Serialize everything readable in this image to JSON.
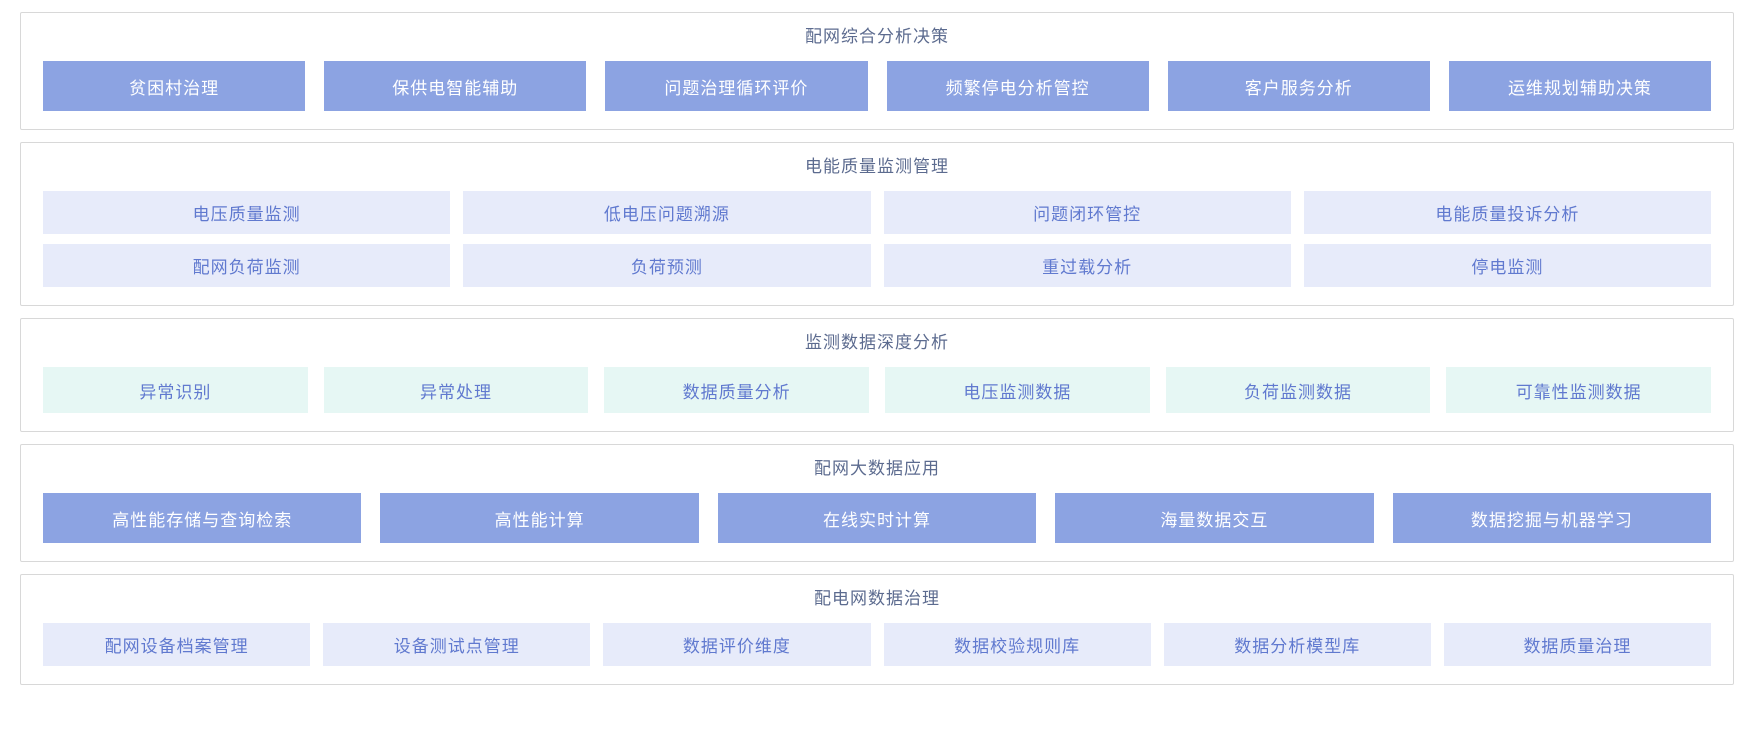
{
  "colors": {
    "background": "#ffffff",
    "panel_border": "#d8d8d8",
    "section_title_text": "#5c6b8f",
    "solid_button_bg": "#8ca3e2",
    "solid_button_text": "#ffffff",
    "lavender_button_bg": "#e7ebfa",
    "mint_button_bg": "#e6f7f4",
    "light_button_text": "#6079cf"
  },
  "sections": [
    {
      "title": "配网综合分析决策",
      "style": "solid",
      "rows": [
        [
          "贫困村治理",
          "保供电智能辅助",
          "问题治理循环评价",
          "频繁停电分析管控",
          "客户服务分析",
          "运维规划辅助决策"
        ]
      ]
    },
    {
      "title": "电能质量监测管理",
      "style": "lavender",
      "rows": [
        [
          "电压质量监测",
          "低电压问题溯源",
          "问题闭环管控",
          "电能质量投诉分析"
        ],
        [
          "配网负荷监测",
          "负荷预测",
          "重过载分析",
          "停电监测"
        ]
      ]
    },
    {
      "title": "监测数据深度分析",
      "style": "mint",
      "rows": [
        [
          "异常识别",
          "异常处理",
          "数据质量分析",
          "电压监测数据",
          "负荷监测数据",
          "可靠性监测数据"
        ]
      ]
    },
    {
      "title": "配网大数据应用",
      "style": "solid",
      "rows": [
        [
          "高性能存储与查询检索",
          "高性能计算",
          "在线实时计算",
          "海量数据交互",
          "数据挖掘与机器学习"
        ]
      ]
    },
    {
      "title": "配电网数据治理",
      "style": "lavender",
      "rows": [
        [
          "配网设备档案管理",
          "设备测试点管理",
          "数据评价维度",
          "数据校验规则库",
          "数据分析模型库",
          "数据质量治理"
        ]
      ]
    }
  ]
}
